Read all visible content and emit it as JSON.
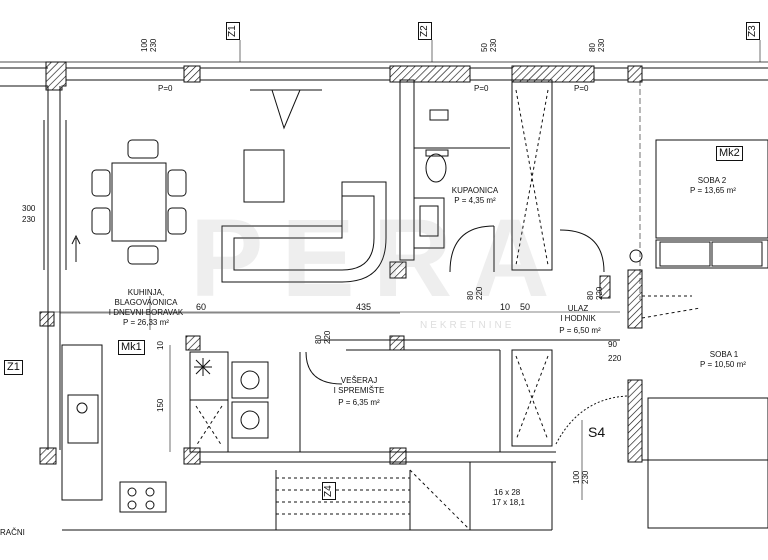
{
  "watermark": "PERA",
  "watermark_sub": "NEKRETNINE",
  "zones": [
    "Z1",
    "Z2",
    "Z3",
    "Z1",
    "Z4"
  ],
  "marks": {
    "mk1": "Mk1",
    "mk2": "Mk2",
    "s4": "S4"
  },
  "rooms": [
    {
      "name": "KUHINJA,\nBLAGOVAONICA\nI DNEVNI BORAVAK",
      "area": "P = 26,33 m²"
    },
    {
      "name": "KUPAONICA",
      "area": "P = 4,35 m²"
    },
    {
      "name": "SOBA 2",
      "area": "P = 13,65 m²"
    },
    {
      "name": "ULAZ\nI HODNIK",
      "area": "P = 6,50 m²"
    },
    {
      "name": "SOBA 1",
      "area": "P = 10,50 m²"
    },
    {
      "name": "VEŠERAJ\nI SPREMIŠTE",
      "area": "P = 6,35 m²"
    }
  ],
  "dims": {
    "top_a": "100\n230",
    "top_b": "50\n230",
    "top_c": "80\n230",
    "p0": "P=0",
    "left_300": "300",
    "left_230": "230",
    "d60": "60",
    "d435": "435",
    "d10": "10",
    "d50": "50",
    "v80_220": "80\n220",
    "v150": "150",
    "v10": "10",
    "h90": "90",
    "h220": "220",
    "v100_230": "100\n230",
    "stairs_a": "16 x 28",
    "stairs_b": "17 x 18,1",
    "cut_text": "RAČNI"
  }
}
